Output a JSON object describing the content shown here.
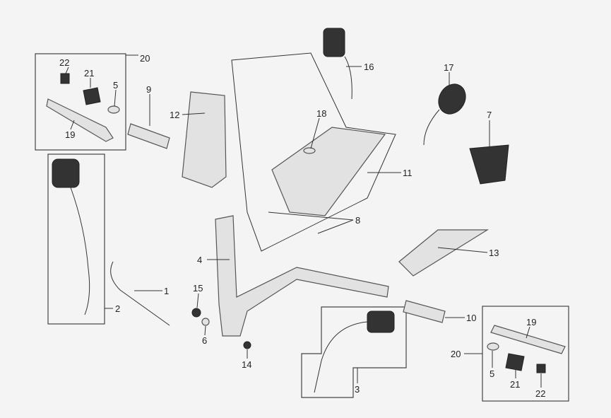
{
  "callouts": {
    "c20a": "20",
    "c22a": "22",
    "c21a": "21",
    "c5a": "5",
    "c19a": "19",
    "c9": "9",
    "c12": "12",
    "c16": "16",
    "c17": "17",
    "c18": "18",
    "c7": "7",
    "c11": "11",
    "c8": "8",
    "c4": "4",
    "c13": "13",
    "c1": "1",
    "c2": "2",
    "c15": "15",
    "c6": "6",
    "c14": "14",
    "c3": "3",
    "c10": "10",
    "c19b": "19",
    "c20b": "20",
    "c5b": "5",
    "c21b": "21",
    "c22b": "22"
  }
}
